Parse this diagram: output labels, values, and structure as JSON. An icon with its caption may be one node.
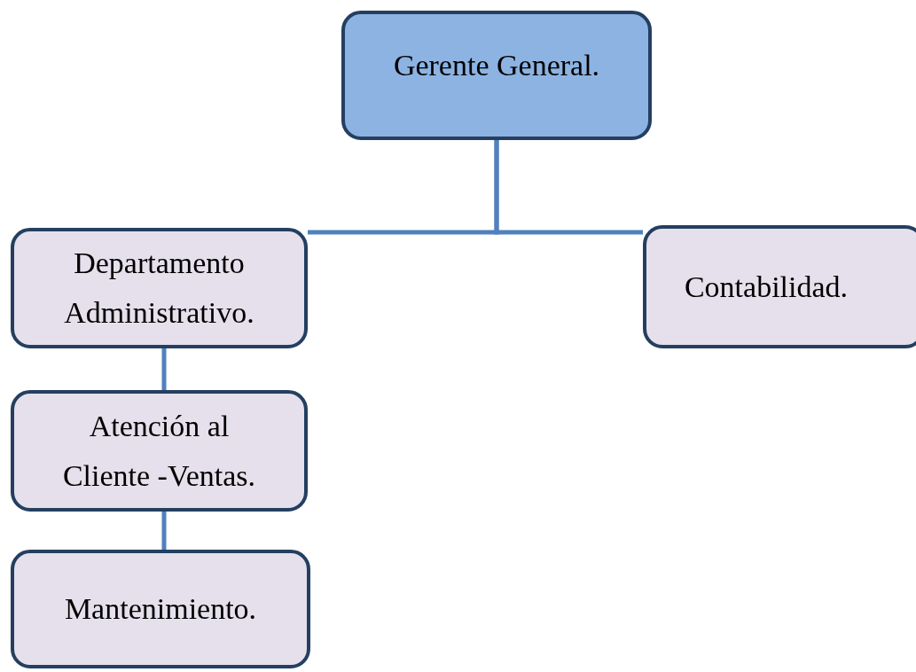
{
  "diagram": {
    "nodes": [
      {
        "text": [
          "Gerente General."
        ]
      },
      {
        "text": [
          "Departamento Administrativo."
        ]
      },
      {
        "text": [
          "Contabilidad."
        ]
      },
      {
        "text": [
          "Atención al Cliente -Ventas."
        ]
      },
      {
        "text": [
          "Mantenimiento."
        ]
      }
    ],
    "edges": [
      {
        "from": 0,
        "to": 1,
        "arrow": "none"
      },
      {
        "from": 0,
        "to": 2,
        "arrow": "none"
      },
      {
        "from": 1,
        "to": 3,
        "arrow": "none"
      },
      {
        "from": 3,
        "to": 4,
        "arrow": "none"
      }
    ]
  }
}
